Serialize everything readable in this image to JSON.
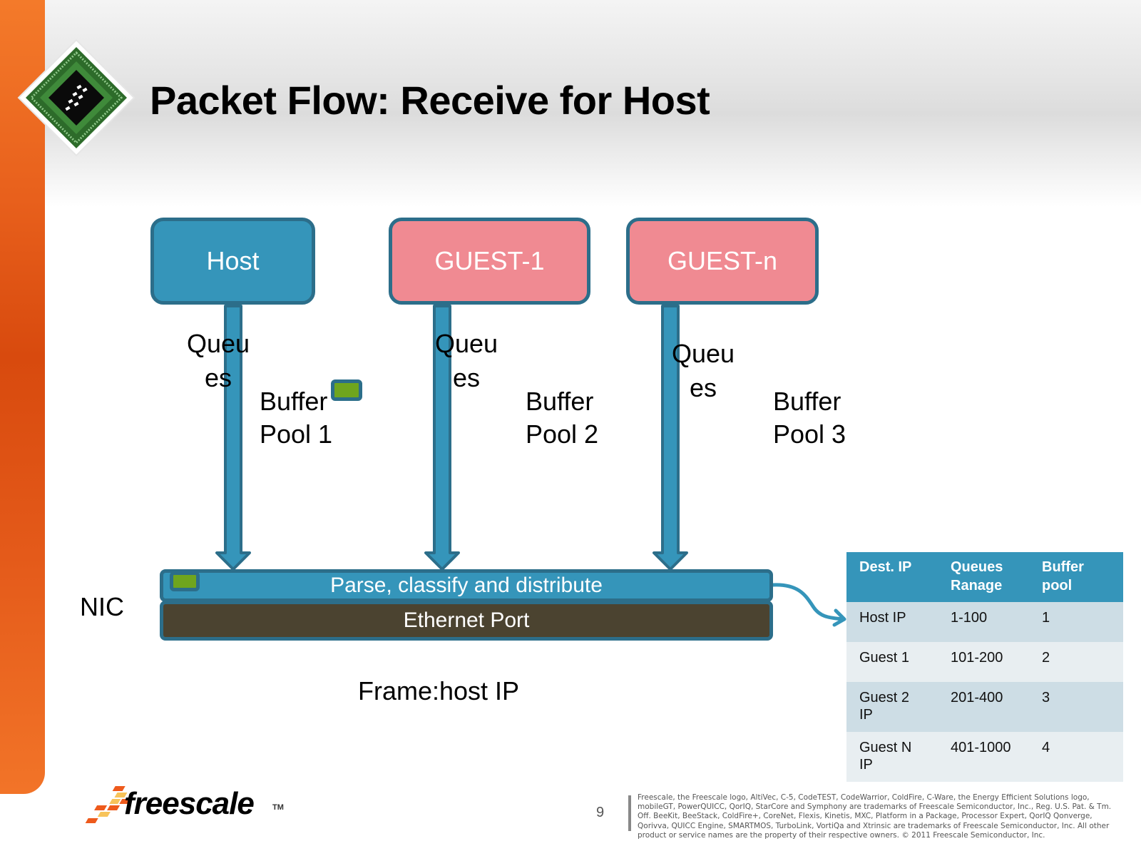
{
  "slide": {
    "title": "Packet Flow: Receive for Host",
    "page_number": "9",
    "colors": {
      "accent_orange": "#e8601c",
      "host_blue": "#3595ba",
      "guest_pink": "#f08a92",
      "border_teal": "#2c6e8a",
      "ethernet_brown": "#4b4330",
      "buffer_green": "#6fa51e"
    }
  },
  "diagram": {
    "boxes": [
      {
        "id": "host",
        "label": "Host"
      },
      {
        "id": "guest1",
        "label": "GUEST-1"
      },
      {
        "id": "guestn",
        "label": "GUEST-n"
      }
    ],
    "queue_labels": [
      {
        "line1": "Queu",
        "line2": "es"
      },
      {
        "line1": "Queu",
        "line2": "es"
      },
      {
        "line1": "Queu",
        "line2": "es"
      }
    ],
    "buffer_pools": [
      {
        "line1": "Buffer",
        "line2": "Pool 1"
      },
      {
        "line1": "Buffer",
        "line2": "Pool 2"
      },
      {
        "line1": "Buffer",
        "line2": "Pool 3"
      }
    ],
    "nic_label": "NIC",
    "parse_bar_label": "Parse, classify and distribute",
    "ethernet_bar_label": "Ethernet Port",
    "frame_label": "Frame:host IP"
  },
  "table": {
    "headers": [
      {
        "line1": "Dest. IP",
        "line2": ""
      },
      {
        "line1": "Queues",
        "line2": "Ranage"
      },
      {
        "line1": "Buffer",
        "line2": "pool"
      }
    ],
    "rows": [
      {
        "dest_line1": "Host IP",
        "dest_line2": "",
        "queues": "1-100",
        "pool": "1"
      },
      {
        "dest_line1": "Guest 1",
        "dest_line2": "",
        "queues": "101-200",
        "pool": "2"
      },
      {
        "dest_line1": "Guest 2",
        "dest_line2": "IP",
        "queues": "201-400",
        "pool": "3"
      },
      {
        "dest_line1": "Guest N",
        "dest_line2": "IP",
        "queues": "401-1000",
        "pool": "4"
      }
    ]
  },
  "footer": {
    "brand": "freescale",
    "trademark": "TM",
    "disclaimer": "Freescale, the Freescale logo, AltiVec, C-5, CodeTEST, CodeWarrior, ColdFire, C-Ware, the Energy Efficient Solutions logo, mobileGT, PowerQUICC, QorIQ, StarCore and Symphony are trademarks of Freescale Semiconductor, Inc., Reg. U.S. Pat. & Tm. Off. BeeKit, BeeStack, ColdFire+, CoreNet, Flexis, Kinetis, MXC, Platform in a Package, Processor Expert, QorIQ Qonverge, Qorivva, QUICC Engine, SMARTMOS, TurboLink, VortiQa and Xtrinsic are trademarks of Freescale Semiconductor, Inc. All other product or service names are the property of their respective owners. © 2011 Freescale Semiconductor, Inc."
  }
}
